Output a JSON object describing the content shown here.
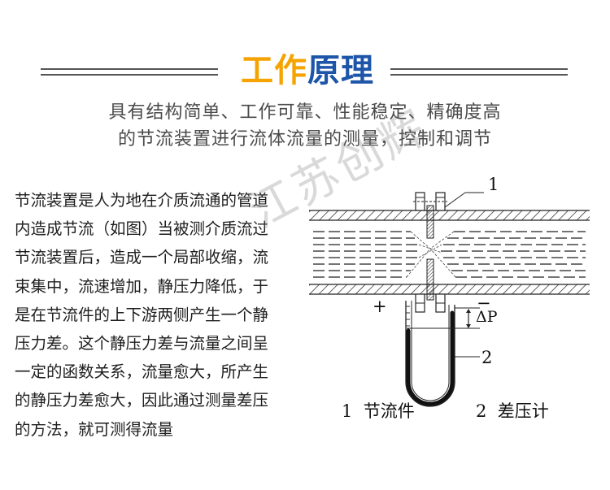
{
  "header": {
    "title_part1": "工作",
    "title_part2": "原理",
    "title_colors": {
      "part1": "#f5a300",
      "part2": "#1d55a8"
    }
  },
  "subtitle": {
    "line1": "具有结构简单、工作可靠、性能稳定、精确度高",
    "line2": "的节流装置进行流体流量的测量，控制和调节"
  },
  "description": {
    "lines": [
      "节流装置是人为地在介质流通的管道",
      "内造成节流（如图）当被测介质流过",
      "节流装置后，造成一个局部收缩，流",
      "束集中，流速增加，静压力降低，于",
      "是在节流件的上下游两侧产生一个静",
      "压力差。这个静压力差与流量之间呈",
      "一定的函数关系，流量愈大，所产生",
      "的静压力差愈大，因此通过测量差压",
      "的方法，就可测得流量"
    ]
  },
  "diagram": {
    "callout_1": "1",
    "callout_2": "2",
    "plus_sign": "+",
    "minus_sign": "−",
    "delta_p": "ΔP",
    "legend_1": "1  节流件",
    "legend_2": "2  差压计"
  },
  "watermark": "江苏创辉"
}
